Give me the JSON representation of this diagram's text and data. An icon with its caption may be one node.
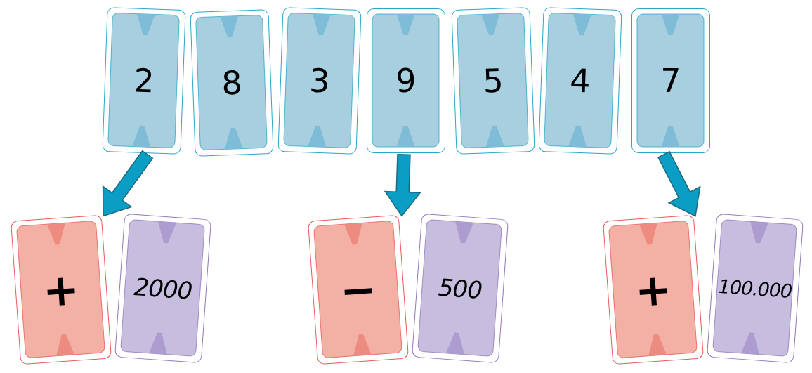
{
  "diagram": {
    "nodes": [
      {
        "text": [
          "2"
        ]
      },
      {
        "text": [
          "8"
        ]
      },
      {
        "text": [
          "3"
        ]
      },
      {
        "text": [
          "9"
        ]
      },
      {
        "text": [
          "5"
        ]
      },
      {
        "text": [
          "4"
        ]
      },
      {
        "text": [
          "7"
        ]
      },
      {
        "text": [
          "+"
        ]
      },
      {
        "text": [
          "2000"
        ]
      },
      {
        "text": [
          "−"
        ]
      },
      {
        "text": [
          "500"
        ]
      },
      {
        "text": [
          "+"
        ]
      },
      {
        "text": [
          "100.000"
        ]
      }
    ],
    "edges": [
      {
        "from": 0,
        "to": 7,
        "arrow": "to",
        "style": "thick"
      },
      {
        "from": 3,
        "to": 9,
        "arrow": "to",
        "style": "thick"
      },
      {
        "from": 6,
        "to": 11,
        "arrow": "to",
        "style": "thick"
      }
    ]
  }
}
